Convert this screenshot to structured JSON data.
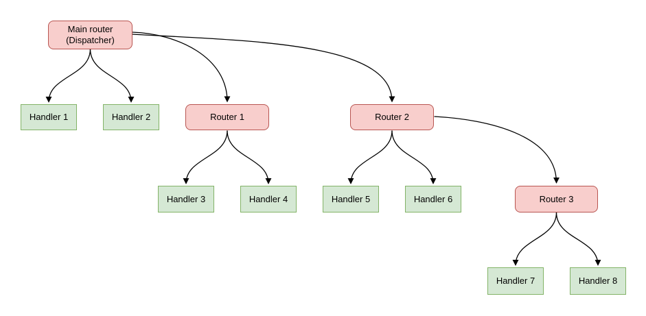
{
  "diagram": {
    "nodes": {
      "main": {
        "type": "router",
        "line1": "Main router",
        "line2": "(Dispatcher)"
      },
      "router1": {
        "type": "router",
        "label": "Router 1"
      },
      "router2": {
        "type": "router",
        "label": "Router 2"
      },
      "router3": {
        "type": "router",
        "label": "Router 3"
      },
      "handler1": {
        "type": "handler",
        "label": "Handler 1"
      },
      "handler2": {
        "type": "handler",
        "label": "Handler 2"
      },
      "handler3": {
        "type": "handler",
        "label": "Handler 3"
      },
      "handler4": {
        "type": "handler",
        "label": "Handler 4"
      },
      "handler5": {
        "type": "handler",
        "label": "Handler 5"
      },
      "handler6": {
        "type": "handler",
        "label": "Handler 6"
      },
      "handler7": {
        "type": "handler",
        "label": "Handler 7"
      },
      "handler8": {
        "type": "handler",
        "label": "Handler 8"
      }
    },
    "edges": [
      {
        "from": "main",
        "to": "handler1"
      },
      {
        "from": "main",
        "to": "handler2"
      },
      {
        "from": "main",
        "to": "router1"
      },
      {
        "from": "main",
        "to": "router2"
      },
      {
        "from": "router1",
        "to": "handler3"
      },
      {
        "from": "router1",
        "to": "handler4"
      },
      {
        "from": "router2",
        "to": "handler5"
      },
      {
        "from": "router2",
        "to": "handler6"
      },
      {
        "from": "router2",
        "to": "router3"
      },
      {
        "from": "router3",
        "to": "handler7"
      },
      {
        "from": "router3",
        "to": "handler8"
      }
    ]
  },
  "colors": {
    "router_fill": "#f8cecc",
    "router_stroke": "#b85450",
    "handler_fill": "#d5e8d4",
    "handler_stroke": "#82b366",
    "edge": "#000000",
    "background": "#ffffff",
    "text": "#000000"
  }
}
